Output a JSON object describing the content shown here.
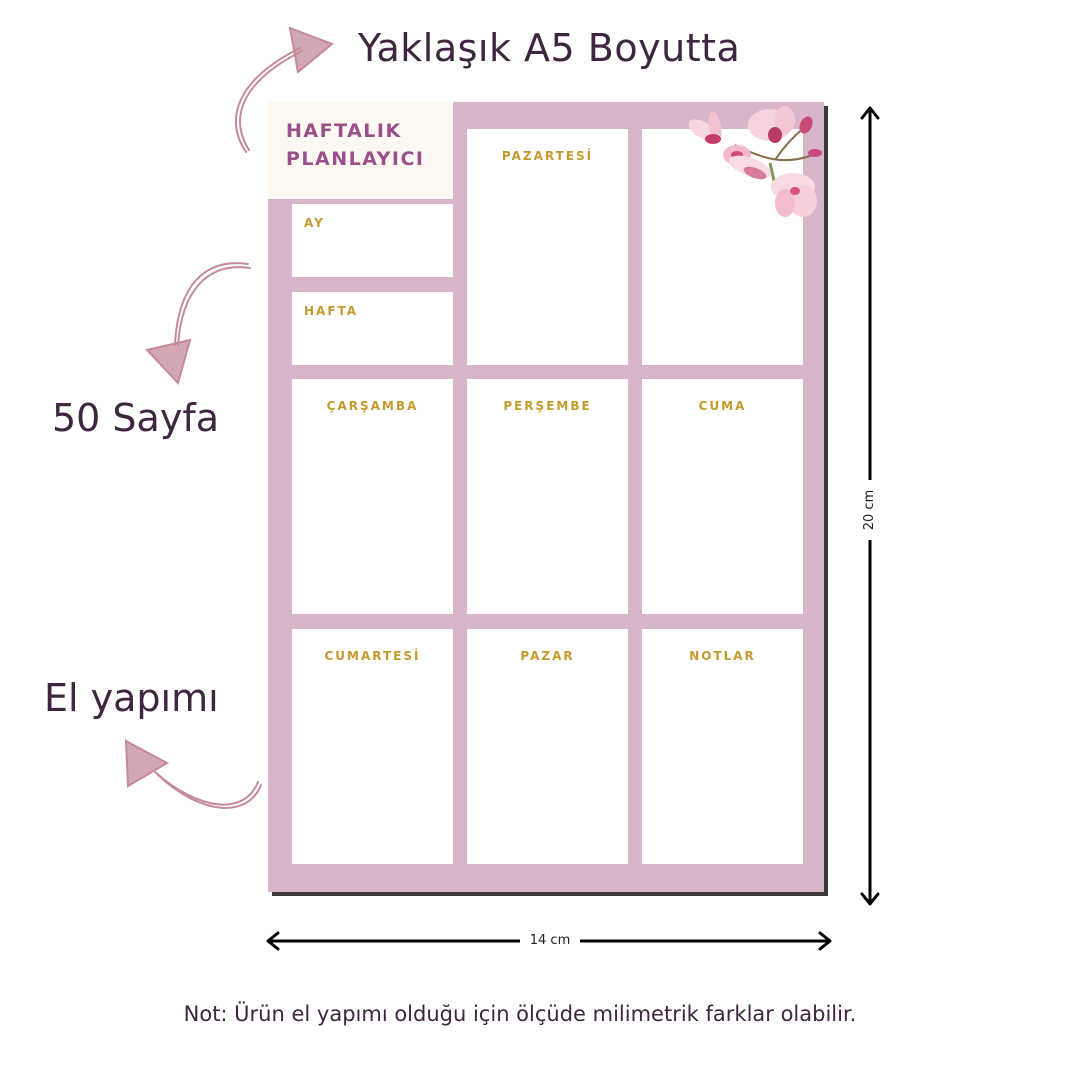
{
  "captions": {
    "title": "Yaklaşık A5 Boyutta",
    "pages": "50 Sayfa",
    "handmade": "El yapımı",
    "note": "Not: Ürün el yapımı olduğu için ölçüde milimetrik farklar olabilir."
  },
  "planner": {
    "title_line1": "HAFTALIK",
    "title_line2": "PLANLAYICI",
    "fields": {
      "month": "AY",
      "week": "HAFTA"
    },
    "days": [
      "PAZARTESİ",
      "ÇARŞAMBA",
      "PERŞEMBE",
      "CUMA",
      "CUMARTESİ",
      "PAZAR",
      "NOTLAR"
    ],
    "decoration": "magnolia-flowers"
  },
  "dimensions": {
    "height": "20 cm",
    "width": "14 cm"
  },
  "colors": {
    "card_background": "#d7b6cb",
    "header_background": "#fdf9f2",
    "title_color": "#9b4f8c",
    "label_color": "#c49a2e",
    "caption_color": "#3e2540",
    "arrow_color": "#c48a9a"
  }
}
